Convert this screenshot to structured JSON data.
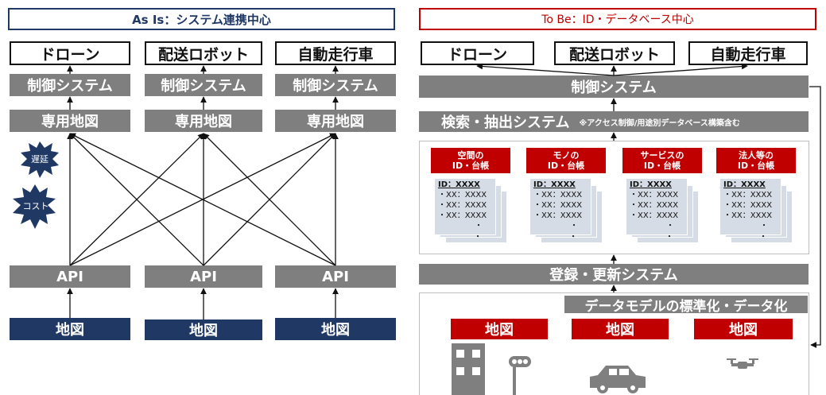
{
  "left": {
    "header": "As Is：システム連携中心",
    "vehicles": [
      "ドローン",
      "配送ロボット",
      "自動走行車"
    ],
    "control": "制御システム",
    "dedicated_map": "専用地図",
    "api": "API",
    "map": "地図",
    "delay": "遅延",
    "cost": "コスト"
  },
  "right": {
    "header": "To Be：ID・データベース中心",
    "vehicles": [
      "ドローン",
      "配送ロボット",
      "自動走行車"
    ],
    "control": "制御システム",
    "search": "検索・抽出システム",
    "search_note": "※アクセス制御/用途別データベース構築含む",
    "categories": [
      {
        "line1": "空間の",
        "line2": "ID・台帳"
      },
      {
        "line1": "モノの",
        "line2": "ID・台帳"
      },
      {
        "line1": "サービスの",
        "line2": "ID・台帳"
      },
      {
        "line1": "法人等の",
        "line2": "ID・台帳"
      }
    ],
    "card": {
      "id": "ID：XXXX",
      "rows": [
        "・XX：XXXX",
        "・XX：XXXX",
        "・XX：XXXX"
      ],
      "dots": [
        "・",
        "・"
      ]
    },
    "register": "登録・更新システム",
    "standardize": "データモデルの標準化・データ化",
    "map": "地図"
  },
  "colors": {
    "navy": "#1f3864",
    "red": "#c00000",
    "gray": "#7f7f7f",
    "card": "#d6dce5"
  },
  "icons": [
    "building-icon",
    "traffic-light-icon",
    "car-icon",
    "drone-icon"
  ]
}
